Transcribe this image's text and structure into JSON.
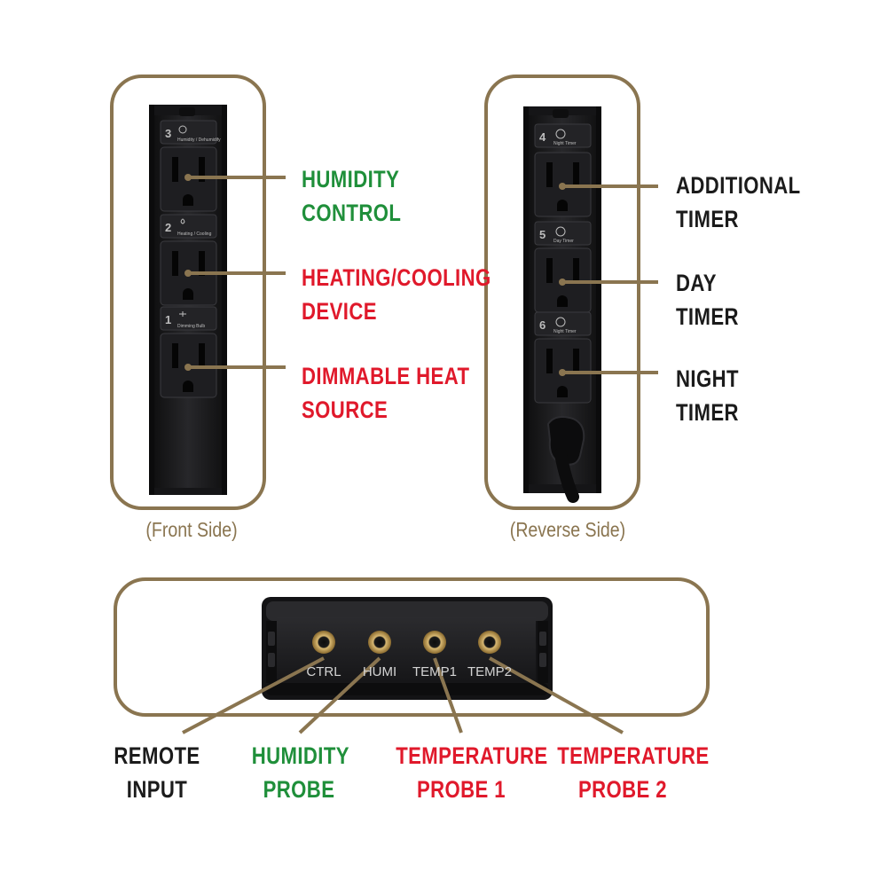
{
  "colors": {
    "frame": "#8a7550",
    "leader": "#8a7550",
    "green": "#1f8f3a",
    "red": "#e0192b",
    "black": "#1b1b1b",
    "device": "#1c1c1e"
  },
  "front": {
    "caption": "(Front Side)",
    "outlet_labels": [
      {
        "number": "3",
        "text": "Humidity / Dehumidify",
        "icon": "humidity-icon"
      },
      {
        "number": "2",
        "text": "Heating / Cooling",
        "icon": "heat-cool-icon"
      },
      {
        "number": "1",
        "text": "Dimming Bulb",
        "icon": "dimmer-icon"
      }
    ],
    "callouts": [
      {
        "line1": "HUMIDITY",
        "line2": "CONTROL",
        "color": "green"
      },
      {
        "line1": "HEATING/COOLING",
        "line2": "DEVICE",
        "color": "red"
      },
      {
        "line1": "DIMMABLE HEAT",
        "line2": "SOURCE",
        "color": "red"
      }
    ]
  },
  "reverse": {
    "caption": "(Reverse Side)",
    "outlet_labels": [
      {
        "number": "4",
        "text": "Night Timer",
        "icon": "clock-icon"
      },
      {
        "number": "5",
        "text": "Day Timer",
        "icon": "sun-clock-icon"
      },
      {
        "number": "6",
        "text": "Night Timer",
        "icon": "moon-clock-icon"
      }
    ],
    "callouts": [
      {
        "line1": "ADDITIONAL",
        "line2": "TIMER",
        "color": "black"
      },
      {
        "line1": "DAY",
        "line2": "TIMER",
        "color": "black"
      },
      {
        "line1": "NIGHT",
        "line2": "TIMER",
        "color": "black"
      }
    ]
  },
  "ports": {
    "jacks": [
      "CTRL",
      "HUMI",
      "TEMP1",
      "TEMP2"
    ],
    "callouts": [
      {
        "line1": "REMOTE",
        "line2": "INPUT",
        "color": "black"
      },
      {
        "line1": "HUMIDITY",
        "line2": "PROBE",
        "color": "green"
      },
      {
        "line1": "TEMPERATURE",
        "line2": "PROBE 1",
        "color": "red"
      },
      {
        "line1": "TEMPERATURE",
        "line2": "PROBE 2",
        "color": "red"
      }
    ]
  }
}
